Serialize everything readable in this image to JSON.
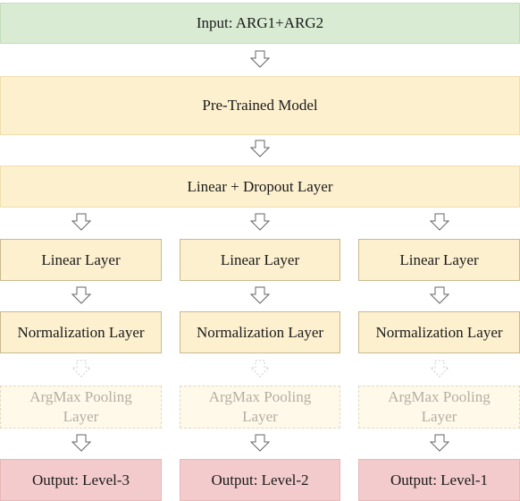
{
  "input_label": "Input: ARG1+ARG2",
  "pretrained_label": "Pre-Trained Model",
  "linear_dropout_label": "Linear + Dropout Layer",
  "columns": [
    {
      "linear": "Linear Layer",
      "norm": "Normalization Layer",
      "pool": "ArgMax Pooling Layer",
      "output": "Output: Level-3"
    },
    {
      "linear": "Linear Layer",
      "norm": "Normalization Layer",
      "pool": "ArgMax Pooling Layer",
      "output": "Output: Level-2"
    },
    {
      "linear": "Linear Layer",
      "norm": "Normalization Layer",
      "pool": "ArgMax Pooling Layer",
      "output": "Output: Level-1"
    }
  ],
  "colors": {
    "input": "#d9ecd3",
    "layer": "#fdf0cf",
    "pool_faded": "#fff9ea",
    "output": "#f3cbcc",
    "arrow_stroke": "#666666",
    "arrow_faded": "#cccccc"
  }
}
